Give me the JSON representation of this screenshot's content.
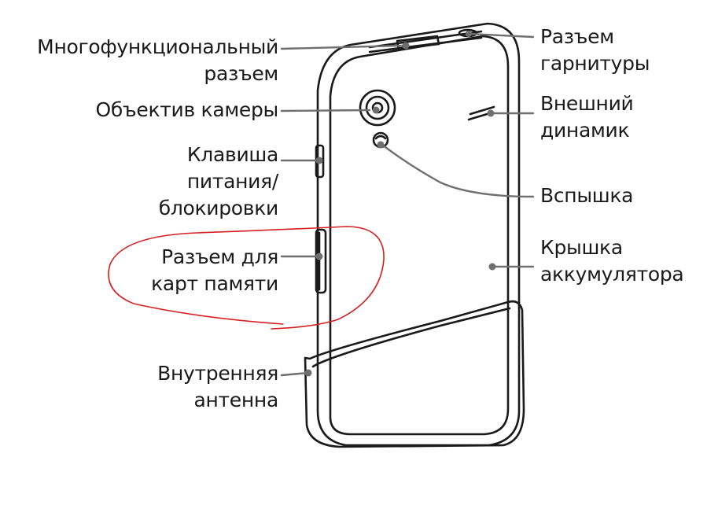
{
  "diagram": {
    "labels": {
      "multifunction_jack": [
        "Многофункциональный",
        "разъем"
      ],
      "camera_lens": [
        "Объектив камеры"
      ],
      "power_lock_key": [
        "Клавиша",
        "питания/",
        "блокировки"
      ],
      "memory_card_slot": [
        "Разъем для",
        "карт памяти"
      ],
      "internal_antenna": [
        "Внутренняя",
        "антенна"
      ],
      "headset_jack": [
        "Разъем",
        "гарнитуры"
      ],
      "external_speaker": [
        "Внешний",
        "динамик"
      ],
      "flash": [
        "Вспышка"
      ],
      "battery_cover": [
        "Крышка",
        "аккумулятора"
      ]
    },
    "colors": {
      "outline": "#1a1a1a",
      "leader": "#6f6f6f",
      "highlight": "#d42020"
    }
  }
}
